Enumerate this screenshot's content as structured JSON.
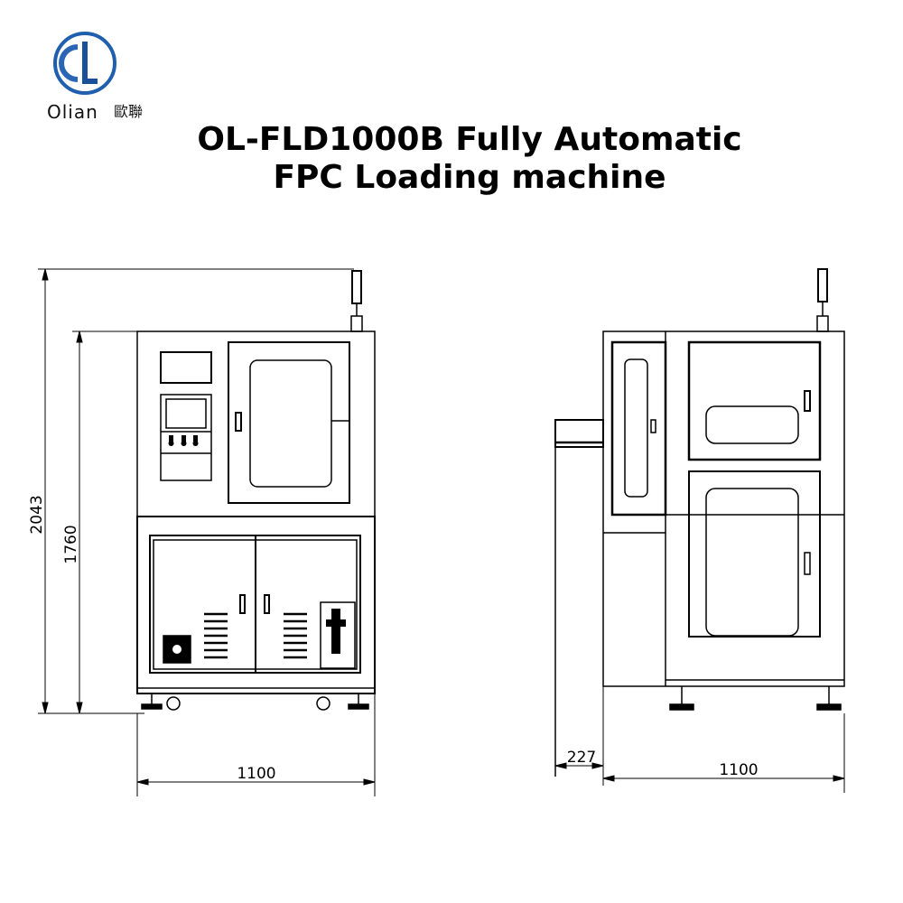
{
  "brand": {
    "name": "Olian",
    "name_cn": "歐聯",
    "logo_letters": "OL",
    "logo_color": "#1f5fae"
  },
  "title": {
    "line1": "OL-FLD1000B Fully Automatic",
    "line2": "FPC Loading machine"
  },
  "front_view": {
    "dim_total_height": "2043",
    "dim_body_height": "1760",
    "dim_width": "1100"
  },
  "side_view": {
    "dim_loader_depth": "227",
    "dim_depth": "1100"
  }
}
